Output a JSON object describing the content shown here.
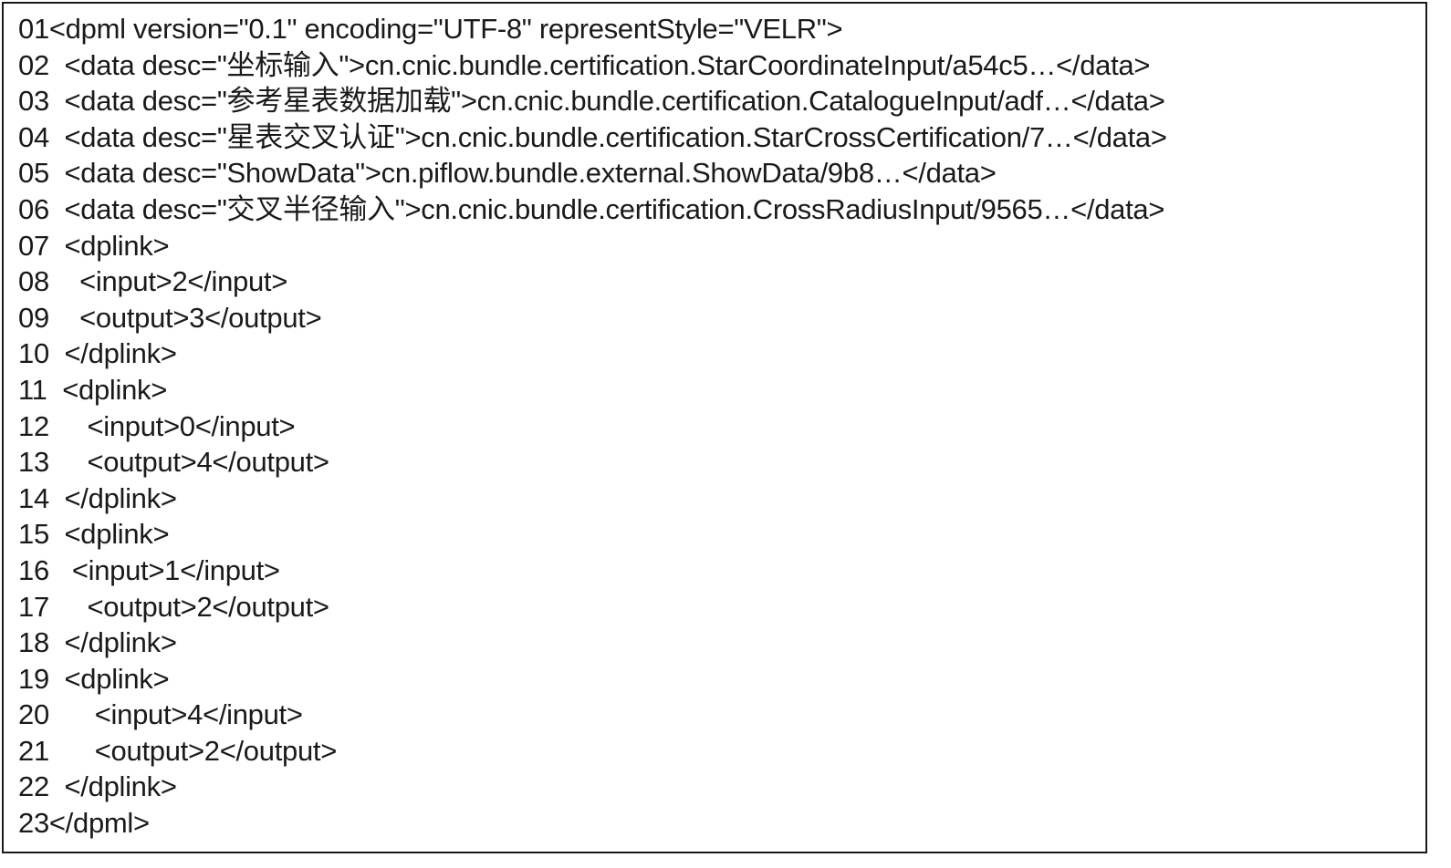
{
  "listing": {
    "lines": [
      "01<dpml version=\"0.1\" encoding=\"UTF-8\" representStyle=\"VELR\">",
      "02  <data desc=\"坐标输入\">cn.cnic.bundle.certification.StarCoordinateInput/a54c5…</data>",
      "03  <data desc=\"参考星表数据加载\">cn.cnic.bundle.certification.CatalogueInput/adf…</data>",
      "04  <data desc=\"星表交叉认证\">cn.cnic.bundle.certification.StarCrossCertification/7…</data>",
      "05  <data desc=\"ShowData\">cn.piflow.bundle.external.ShowData/9b8…</data>",
      "06  <data desc=\"交叉半径输入\">cn.cnic.bundle.certification.CrossRadiusInput/9565…</data>",
      "07  <dplink>",
      "08    <input>2</input>",
      "09    <output>3</output>",
      "10  </dplink>",
      "11  <dplink>",
      "12     <input>0</input>",
      "13     <output>4</output>",
      "14  </dplink>",
      "15  <dplink>",
      "16   <input>1</input>",
      "17     <output>2</output>",
      "18  </dplink>",
      "19  <dplink>",
      "20      <input>4</input>",
      "21      <output>2</output>",
      "22  </dplink>",
      "23</dpml>"
    ]
  }
}
